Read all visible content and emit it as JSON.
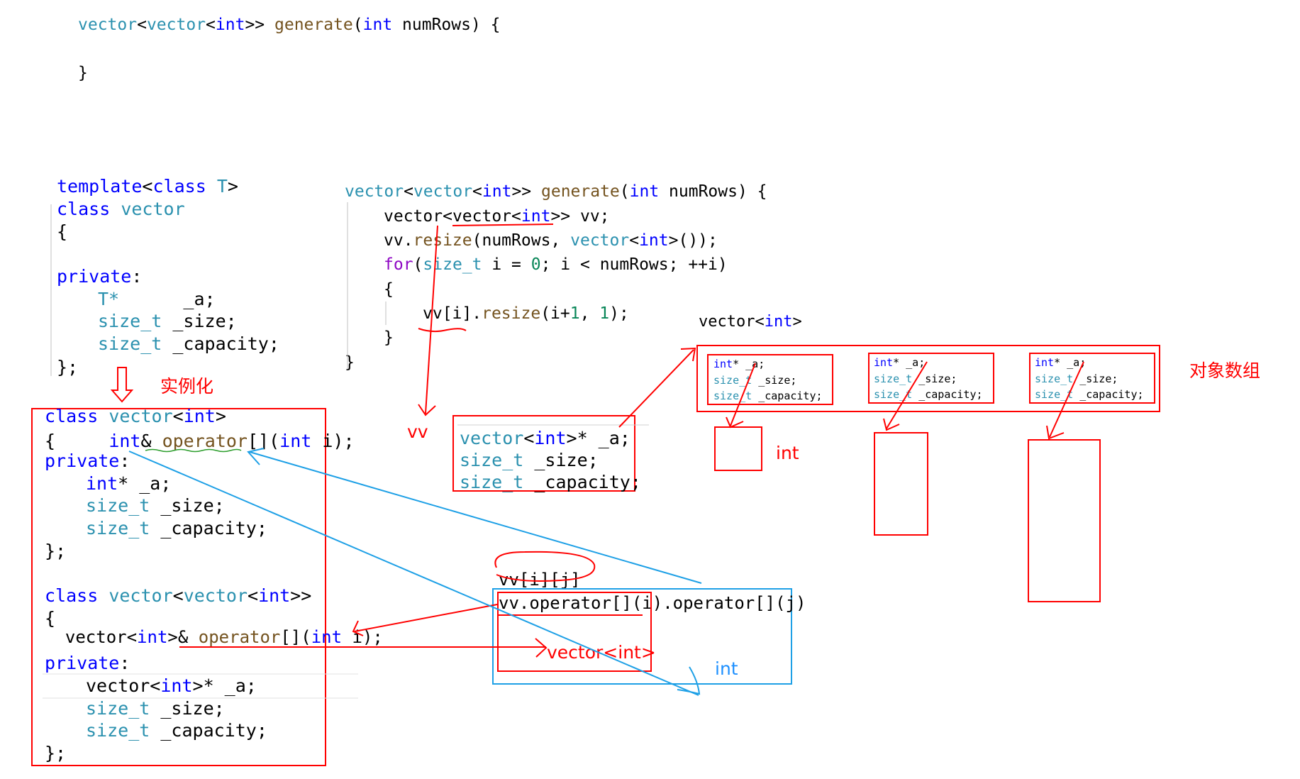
{
  "code": {
    "top": {
      "sig": {
        "t1": "vector",
        "t2": "<",
        "t3": "vector",
        "t4": "<",
        "t5": "int",
        "t6": ">> ",
        "fn": "generate",
        "t7": "(",
        "kw": "int",
        "t8": " numRows) {"
      },
      "close": "}"
    },
    "template": {
      "line1": {
        "kw1": "template",
        "p1": "<",
        "kw2": "class",
        "p2": " ",
        "ty": "T",
        "p3": ">"
      },
      "line2": {
        "kw": "class",
        "p": " ",
        "ty": "vector"
      },
      "open": "{",
      "private": "private",
      "colon": ":",
      "m1": {
        "ty": "T*",
        "n": "      _a;"
      },
      "m2": {
        "ty": "size_t",
        "n": " _size;"
      },
      "m3": {
        "ty": "size_t",
        "n": " _capacity;"
      },
      "close": "};"
    },
    "vint": {
      "line1": {
        "kw": "class",
        "p": " ",
        "ty": "vector",
        "p2": "<",
        "kw2": "int",
        "p3": ">"
      },
      "line2": {
        "p1": "{     ",
        "kw": "int",
        "p2": "& ",
        "fn": "operator",
        "p3": "[](",
        "kw2": "int",
        "p4": " i);"
      },
      "private": "private",
      "colon": ":",
      "m1": {
        "kw": "int",
        "n": "* _a;"
      },
      "m2": {
        "ty": "size_t",
        "n": " _size;"
      },
      "m3": {
        "ty": "size_t",
        "n": " _capacity;"
      },
      "close": "};"
    },
    "vvint": {
      "line1": {
        "kw": "class",
        "p": " ",
        "ty": "vector",
        "p2": "<",
        "ty2": "vector",
        "p3": "<",
        "kw2": "int",
        "p4": ">>"
      },
      "open": "{",
      "line2": {
        "p1": "  vector<",
        "kw": "int",
        "p2": ">& ",
        "fn": "operator",
        "p3": "[](",
        "kw2": "int",
        "p4": " i);"
      },
      "private": "private",
      "colon": ":",
      "m1": {
        "p1": "vector<",
        "kw": "int",
        "n": ">* _a;"
      },
      "m2": {
        "ty": "size_t",
        "n": " _size;"
      },
      "m3": {
        "ty": "size_t",
        "n": " _capacity;"
      },
      "close": "};"
    },
    "gen": {
      "sig": {
        "t1": "vector",
        "t2": "<",
        "t3": "vector",
        "t4": "<",
        "t5": "int",
        "t6": ">> ",
        "fn": "generate",
        "t7": "(",
        "kw": "int",
        "t8": " numRows) {"
      },
      "l1": {
        "a": "vector<",
        "b": "vector",
        "c": "<",
        "kw": "int",
        "d": ">> vv;"
      },
      "l2": {
        "a": "vv.",
        "fn": "resize",
        "b": "(numRows, ",
        "ty": "vector",
        "c": "<",
        "kw": "int",
        "d": ">());"
      },
      "l3": {
        "ctl": "for",
        "a": "(",
        "ty": "size_t",
        "b": " i = ",
        "num": "0",
        "c": "; i < numRows; ++i)"
      },
      "l4": "{",
      "l5": {
        "a": "vv[i].",
        "fn": "resize",
        "b": "(i+",
        "num": "1",
        "c": ", ",
        "num2": "1",
        "d": ");"
      },
      "l6": "}",
      "l7": "}"
    },
    "member_box": {
      "m1": {
        "ty": "vector",
        "a": "<",
        "kw": "int",
        "b": ">* _a;"
      },
      "m2": {
        "ty": "size_t",
        "n": " _size;"
      },
      "m3": {
        "ty": "size_t",
        "n": " _capacity;"
      }
    },
    "vector_int_label": {
      "a": "vector<",
      "kw": "int",
      "b": ">"
    },
    "mini": {
      "m1": {
        "kw": "int",
        "n": "* _a;"
      },
      "m2": {
        "ty": "size_t",
        "n": " _size;"
      },
      "m3": {
        "ty": "size_t",
        "n": " _capacity;"
      }
    },
    "expr": {
      "vvij": "vv[i][j]",
      "call": "vv.operator[](i).operator[](j)"
    }
  },
  "annotations": {
    "instantiate": "实例化",
    "vv": "vv",
    "int_small": "int",
    "object_array": "对象数组",
    "vector_int_hand": "vector<int>",
    "int_blue": "int"
  },
  "colors": {
    "annotation_red": "#ff0000",
    "annotation_blue": "#1ea0e6",
    "keyword": "#0000ff",
    "type": "#2b91af"
  }
}
